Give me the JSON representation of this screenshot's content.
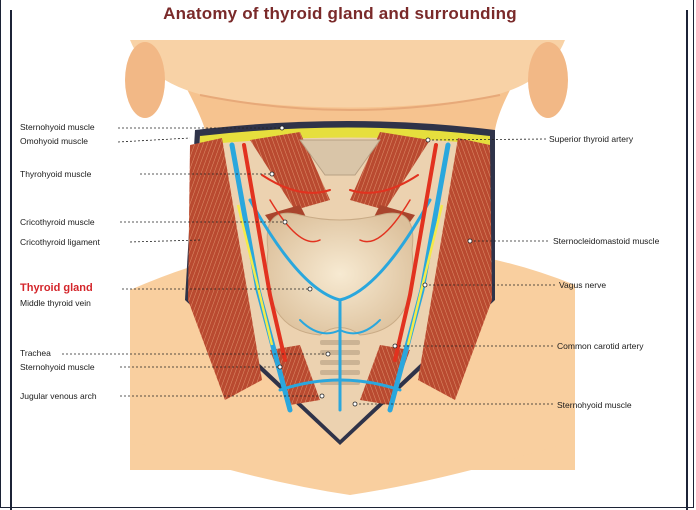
{
  "title": "Anatomy of thyroid gland and surrounding",
  "labels_left": [
    "Sternohyoid muscle",
    "Omohyoid  muscle",
    "Thyrohyoid muscle",
    "Cricothyroid muscle",
    "Cricothyroid ligament",
    "Thyroid gland",
    "Middle thyroid vein",
    "Trachea",
    "Sternohyoid muscle",
    "Jugular venous arch"
  ],
  "labels_right": [
    "Superior thyroid artery",
    "Sternocleidomastoid muscle",
    "Vagus nerve",
    "Common carotid artery",
    "Sternohyoid muscle"
  ],
  "colors": {
    "title": "#7a2a2a",
    "highlight_label": "#d4262b",
    "skin": "#f7c99a",
    "muscle": "#b5472e",
    "vein": "#2aa7dd",
    "artery": "#e2321f",
    "thyroid": "#ecd6b6"
  }
}
